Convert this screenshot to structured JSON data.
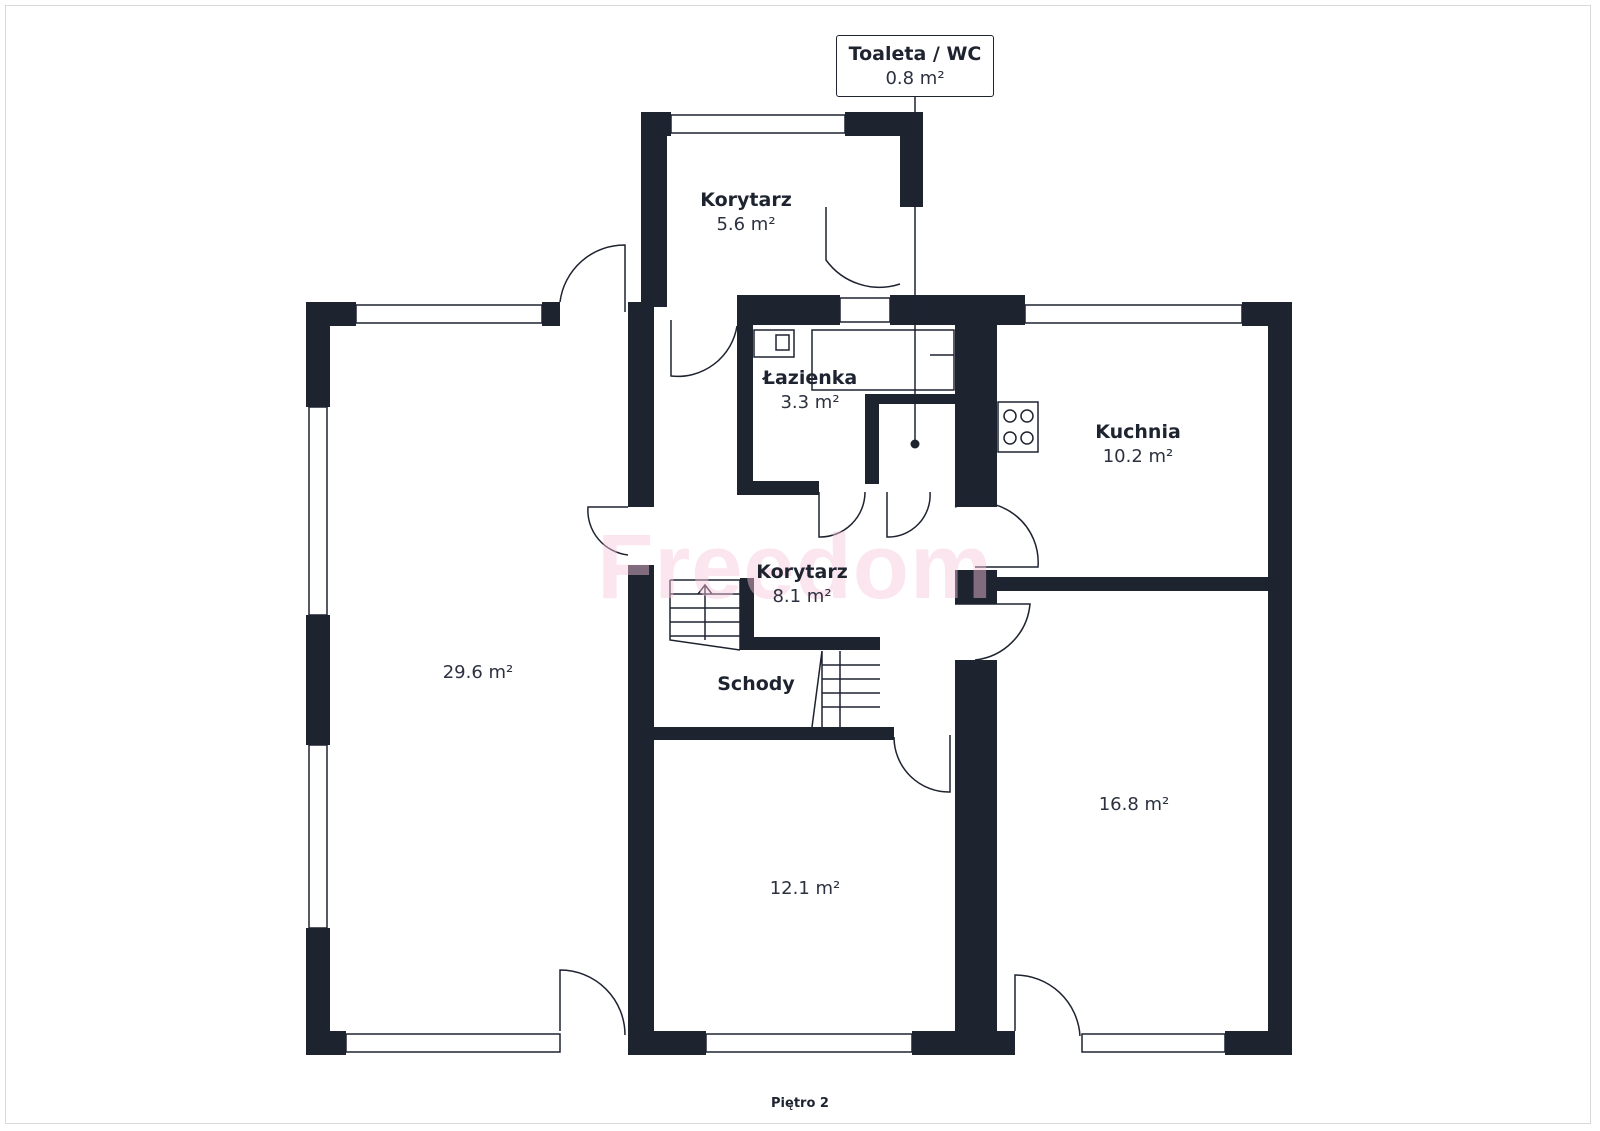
{
  "rooms": {
    "toilet_callout": {
      "name": "Toaleta / WC",
      "area": "0.8 m²"
    },
    "corridor_top": {
      "name": "Korytarz",
      "area": "5.6 m²"
    },
    "bathroom": {
      "name": "Łazienka",
      "area": "3.3 m²"
    },
    "kitchen": {
      "name": "Kuchnia",
      "area": "10.2 m²"
    },
    "corridor_mid": {
      "name": "Korytarz",
      "area": "8.1 m²"
    },
    "stairs": {
      "name": "Schody"
    },
    "living": {
      "area": "29.6 m²"
    },
    "room_center": {
      "area": "12.1 m²"
    },
    "room_right": {
      "area": "16.8 m²"
    }
  },
  "floor_label": "Piętro 2",
  "watermark": "Freedom",
  "colors": {
    "wall": "#1e2330",
    "line": "#1e2330",
    "watermark": "#f7c6dc"
  }
}
